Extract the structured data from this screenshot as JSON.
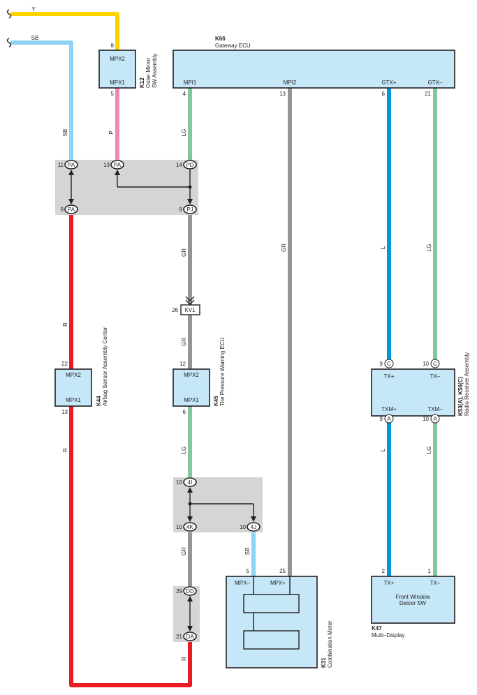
{
  "colors": {
    "Y": "#ffd200",
    "SB": "#8fd3f4",
    "P": "#ef88b9",
    "R": "#ed1c24",
    "LG": "#80c99a",
    "GR": "#939598",
    "L": "#0099d8",
    "component_fill": "#c5e7f8",
    "junction_fill": "#d5d5d5"
  },
  "wires": {
    "y_top": "Y",
    "sb_top": "SB",
    "p_k12": "P",
    "lg_mpi1": "LG",
    "gr_mpi2": "GR",
    "l_gtx": "L",
    "lg_gtx": "LG",
    "sb_left": "SB",
    "gr_pj": "GR",
    "r_airbag": "R",
    "gr_kv1": "GR",
    "r_airbag_low": "R",
    "lg_k45": "LG",
    "l_txm": "L",
    "lg_txm": "LG",
    "gr_4k": "GR",
    "sb_4j": "SB",
    "r_bottom": "R"
  },
  "components": {
    "k66": {
      "code": "K66",
      "name": "Gateway ECU",
      "pins": [
        "MPI1",
        "MPI2",
        "GTX+",
        "GTX–"
      ],
      "pin_numbers": [
        "4",
        "13",
        "6",
        "21"
      ]
    },
    "k12": {
      "code": "K12",
      "name_line1": "Outer Mirror",
      "name_line2": "SW Assembly",
      "pin_top": "MPX2",
      "pin_bottom": "MPX1",
      "num_top": "8",
      "num_bottom": "5"
    },
    "k44": {
      "code": "K44",
      "name": "Airbag Sensor Assembly Center",
      "pin_top": "MPX2",
      "pin_bottom": "MPX1",
      "num_top": "22",
      "num_bottom": "13"
    },
    "k45": {
      "code": "K45",
      "name": "Tire Pressure Warning ECU",
      "pin_top": "MPX2",
      "pin_bottom": "MPX1",
      "num_top": "12",
      "num_bottom": "6"
    },
    "k53": {
      "code": "K53(A), K56(C)",
      "name": "Radio Receiver Assembly",
      "pins_top": [
        "TX+",
        "TX–"
      ],
      "pins_bottom": [
        "TXM+",
        "TXM–"
      ],
      "nums_top": [
        "9",
        "10"
      ],
      "nums_bottom": [
        "9",
        "10"
      ],
      "conn_top": "C",
      "conn_bottom": "A"
    },
    "k31": {
      "code": "K31",
      "name": "Combination Meter",
      "pins": [
        "MPX–",
        "MPX+"
      ],
      "pin_numbers": [
        "5",
        "25"
      ]
    },
    "k47": {
      "code": "K47",
      "name": "Multi–Display",
      "inner_line1": "Front Window",
      "inner_line2": "Deicer SW",
      "pins": [
        "TX+",
        "TX–"
      ],
      "pin_numbers": [
        "2",
        "1"
      ]
    }
  },
  "junctions": {
    "upper": [
      {
        "num": "11",
        "code": "PA"
      },
      {
        "num": "13",
        "code": "PA"
      },
      {
        "num": "14",
        "code": "PD"
      },
      {
        "num": "9",
        "code": "PA"
      },
      {
        "num": "9",
        "code": "PJ"
      }
    ],
    "kv1": {
      "num": "26",
      "code": "KV1"
    },
    "mid": [
      {
        "num": "10",
        "code": "4I"
      },
      {
        "num": "10",
        "code": "4K"
      },
      {
        "num": "10",
        "code": "4J"
      }
    ],
    "lower": [
      {
        "num": "29",
        "code": "DD"
      },
      {
        "num": "21",
        "code": "DA"
      }
    ]
  }
}
